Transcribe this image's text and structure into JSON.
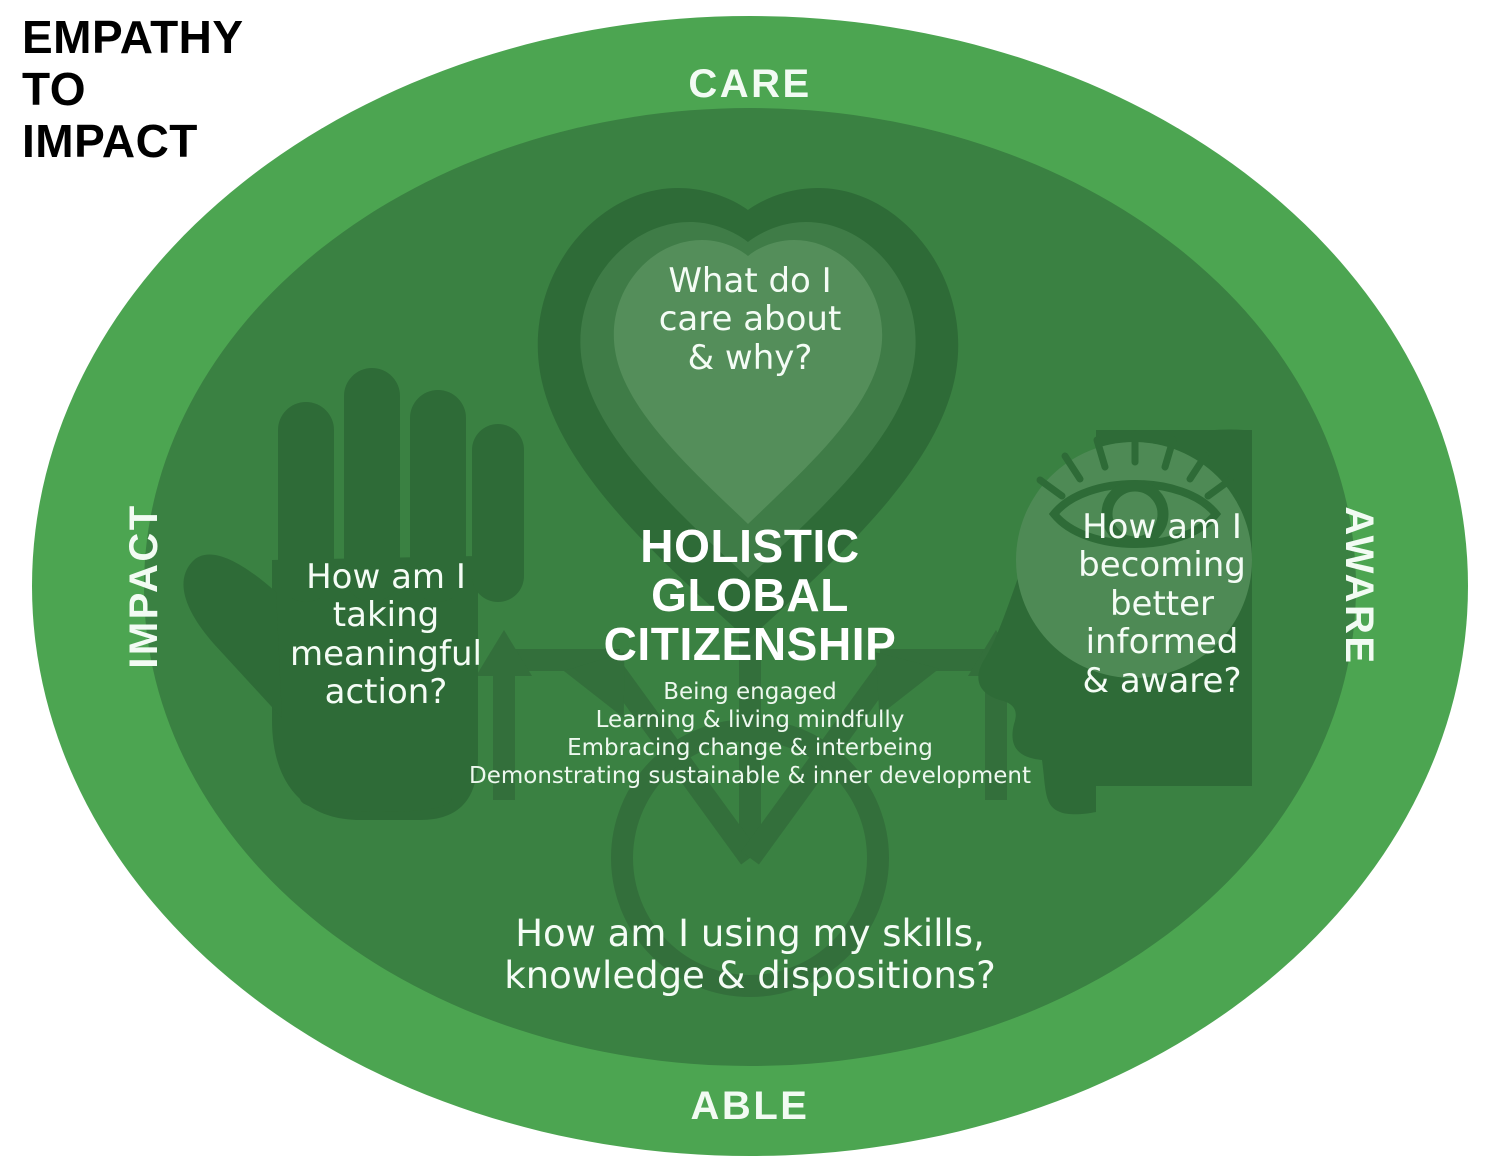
{
  "title": {
    "lines": [
      "EMPATHY",
      "TO",
      "IMPACT"
    ],
    "color": "#000000"
  },
  "ring_labels": {
    "top": "CARE",
    "bottom": "ABLE",
    "left": "IMPACT",
    "right": "AWARE"
  },
  "center": {
    "heading_lines": [
      "HOLISTIC",
      "GLOBAL",
      "CITIZENSHIP"
    ],
    "subtitle_lines": [
      "Being engaged",
      "Learning & living mindfully",
      "Embracing change & interbeing",
      "Demonstrating sustainable & inner development"
    ]
  },
  "quadrants": {
    "care": {
      "icon": "heart-icon",
      "question_lines": [
        "What do I",
        "care about",
        "& why?"
      ]
    },
    "aware": {
      "icon": "head-profile-eye-icon",
      "question_lines": [
        "How am I",
        "becoming",
        "better",
        "informed",
        "& aware?"
      ]
    },
    "impact": {
      "icon": "open-hand-icon",
      "question_lines": [
        "How am I",
        "taking",
        "meaningful",
        "action?"
      ]
    },
    "able": {
      "icon": "network-arrows-icon",
      "question_lines": [
        "How am I using my skills,",
        "knowledge & dispositions?"
      ]
    }
  },
  "colors": {
    "background": "#FFFFFF",
    "outer_ring": "#4CA551",
    "inner_ellipse": "#3A8142",
    "icon_dark": "#2E6B37",
    "icon_mid": "#457F4B",
    "icon_light": "#5C9661",
    "text_white": "#F4FCF5"
  }
}
